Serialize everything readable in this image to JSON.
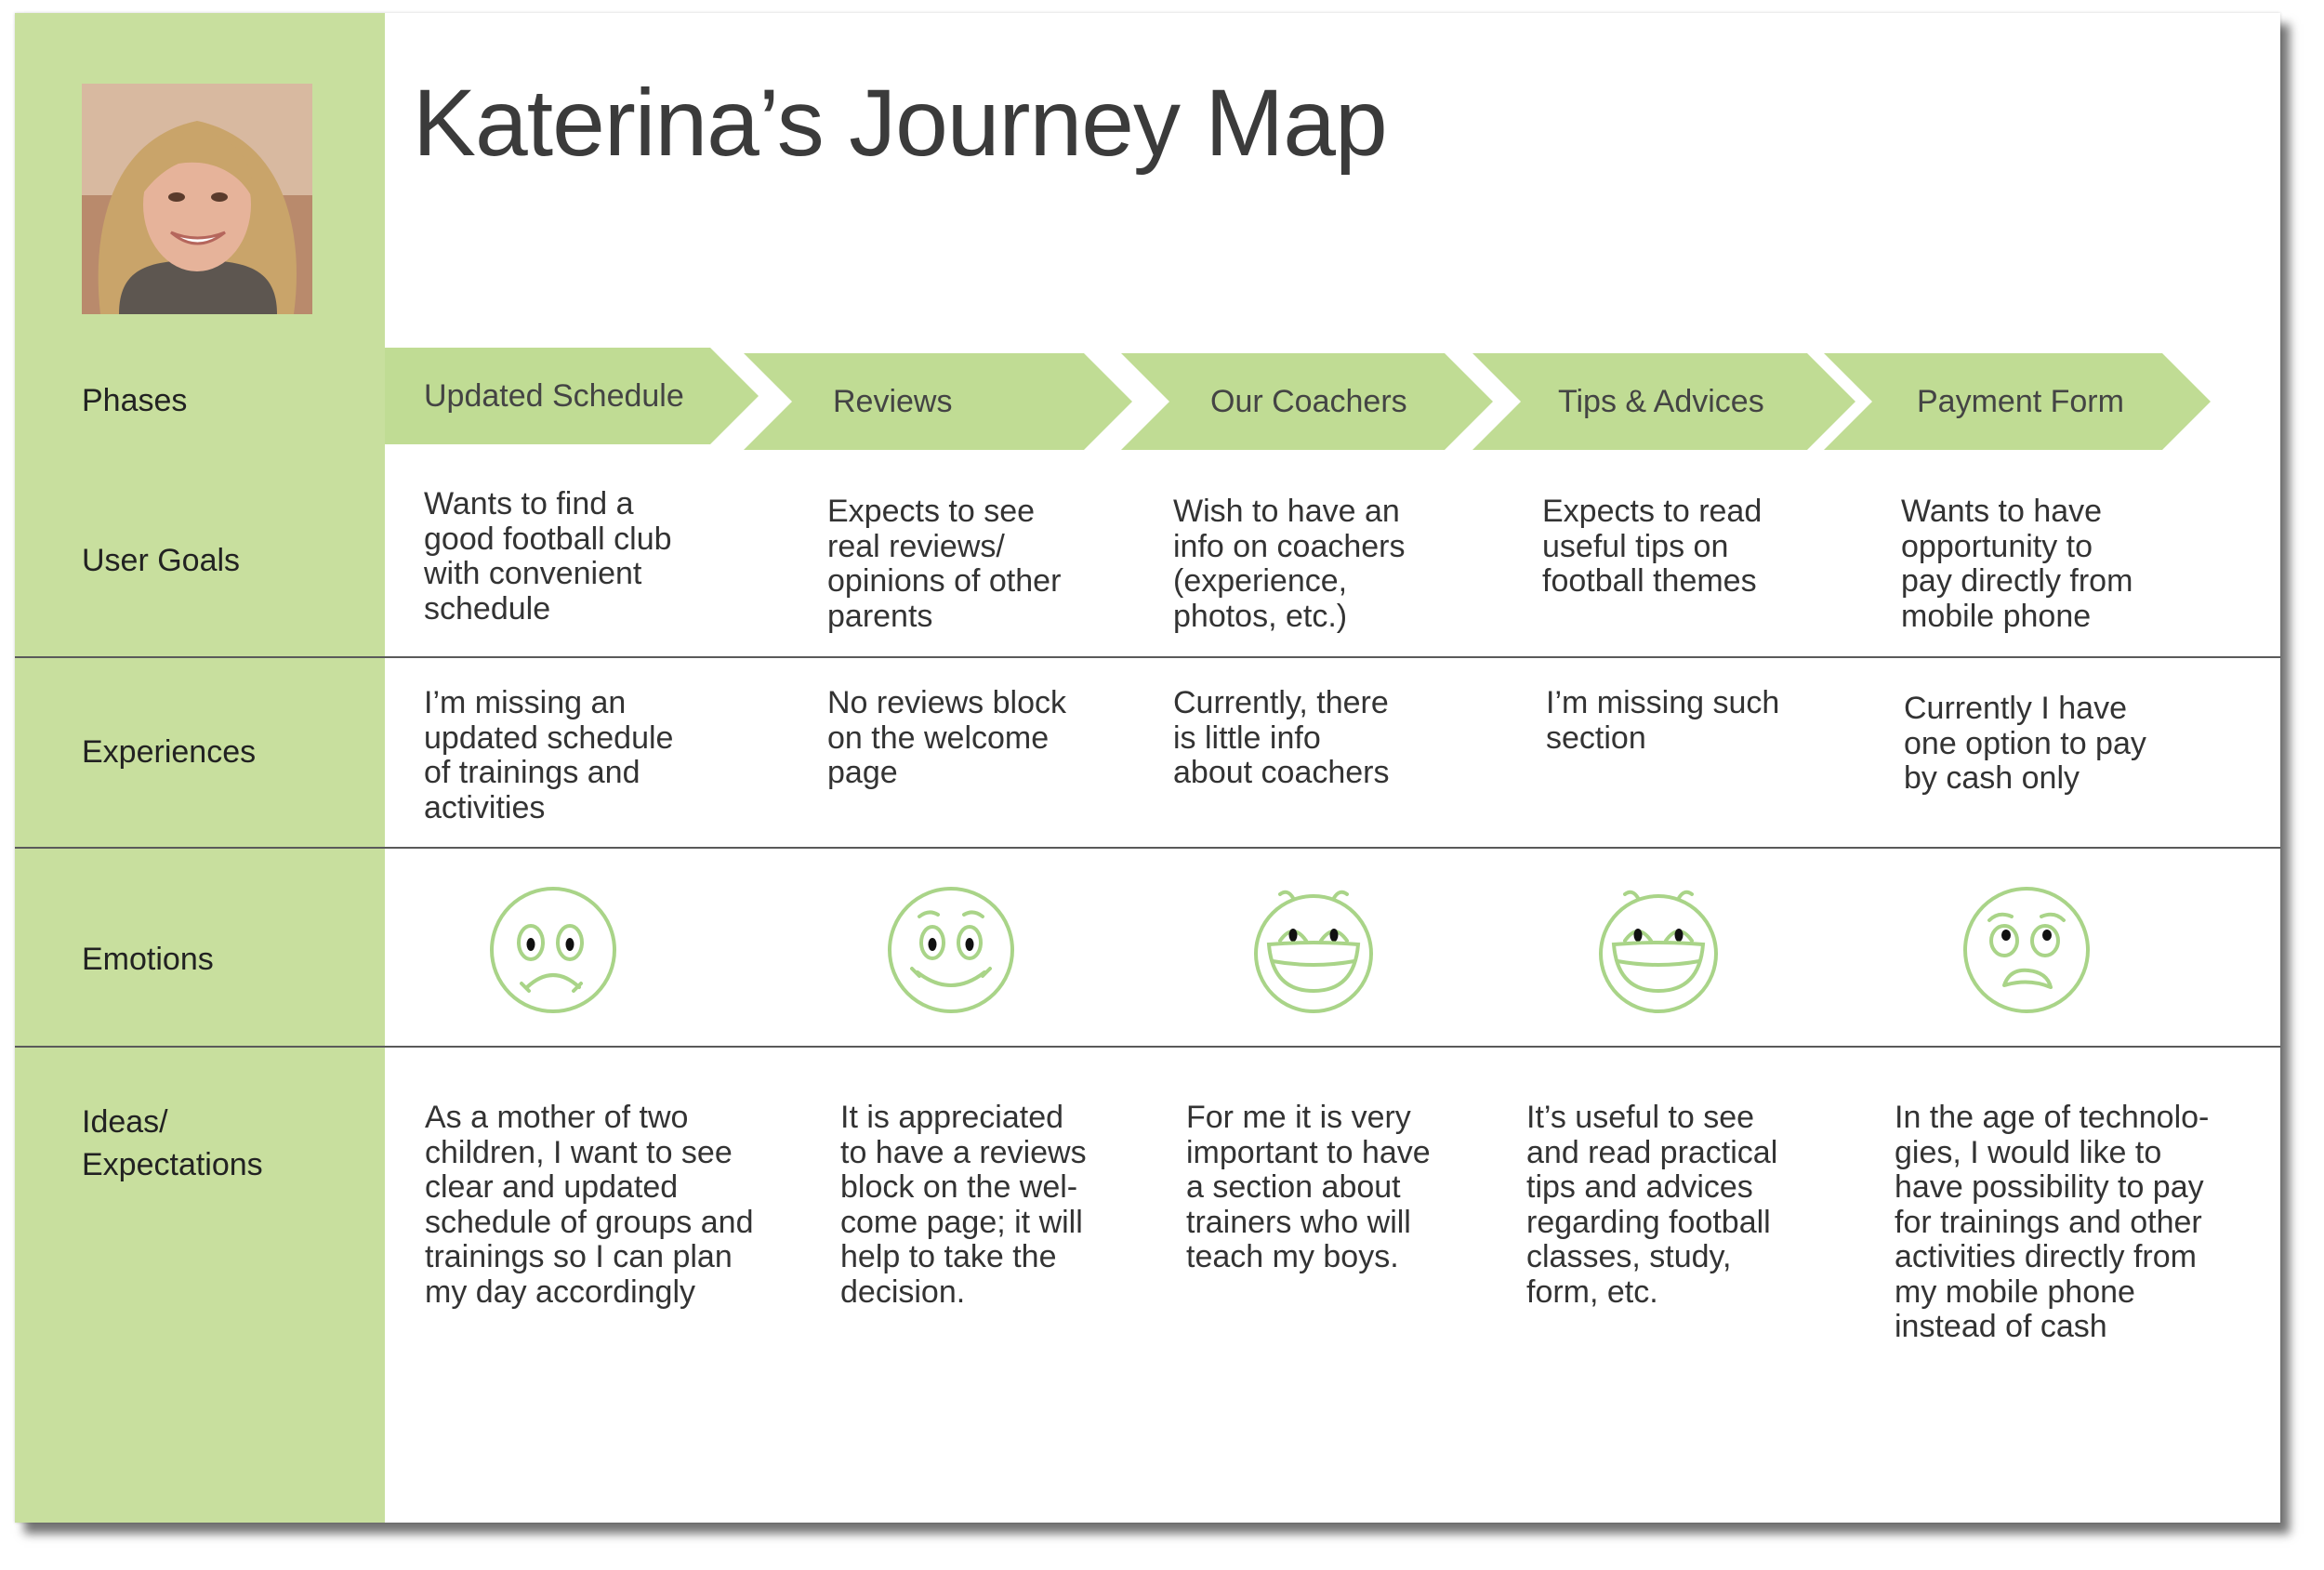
{
  "title": "Katerina’s Journey Map",
  "colors": {
    "sidebar": "#c8df9e",
    "chevron": "#c0dc94",
    "face_stroke": "#a9d488"
  },
  "row_labels": {
    "phases": "Phases",
    "goals": "User Goals",
    "experiences": "Experiences",
    "emotions": "Emotions",
    "ideas": "Ideas/\nExpectations"
  },
  "phases": [
    "Updated Schedule",
    "Reviews",
    "Our Coachers",
    "Tips & Advices",
    "Payment Form"
  ],
  "goals": [
    "Wants to find a\ngood football club\nwith  convenient\nschedule",
    "Expects to see\nreal reviews/\nopinions of other\nparents",
    "Wish to have an\ninfo on coachers\n(experience,\nphotos, etc.)",
    "Expects to read\nuseful tips on\nfootball themes",
    "Wants to have\nopportunity to\npay directly from\nmobile phone"
  ],
  "experiences": [
    "I’m missing an\nupdated schedule\nof trainings and\nactivities",
    "No reviews block\non the welcome\npage",
    "Currently, there\nis little info\nabout coachers",
    "I’m missing such\nsection",
    "Currently I have\none option to pay\nby cash only"
  ],
  "emotions": [
    {
      "icon": "sad-face-icon"
    },
    {
      "icon": "smiling-face-icon"
    },
    {
      "icon": "grinning-face-icon"
    },
    {
      "icon": "grinning-face-icon"
    },
    {
      "icon": "worried-face-icon"
    }
  ],
  "ideas": [
    "As a mother of two\nchildren, I want to see\nclear and updated\nschedule of groups and\ntrainings so I can plan\nmy day accordingly",
    "It is appreciated\nto have a reviews\nblock on the wel-\ncome page; it will\nhelp to take the\ndecision.",
    "For me it is very\nimportant to have\na section about\ntrainers who will\nteach my boys.",
    "It’s useful to see\nand read practical\ntips and advices\nregarding football\nclasses, study,\nform, etc.",
    "In the age of technolo-\ngies, I would like to\nhave possibility to pay\nfor trainings and other\nactivities directly from\nmy mobile phone\ninstead of cash"
  ]
}
